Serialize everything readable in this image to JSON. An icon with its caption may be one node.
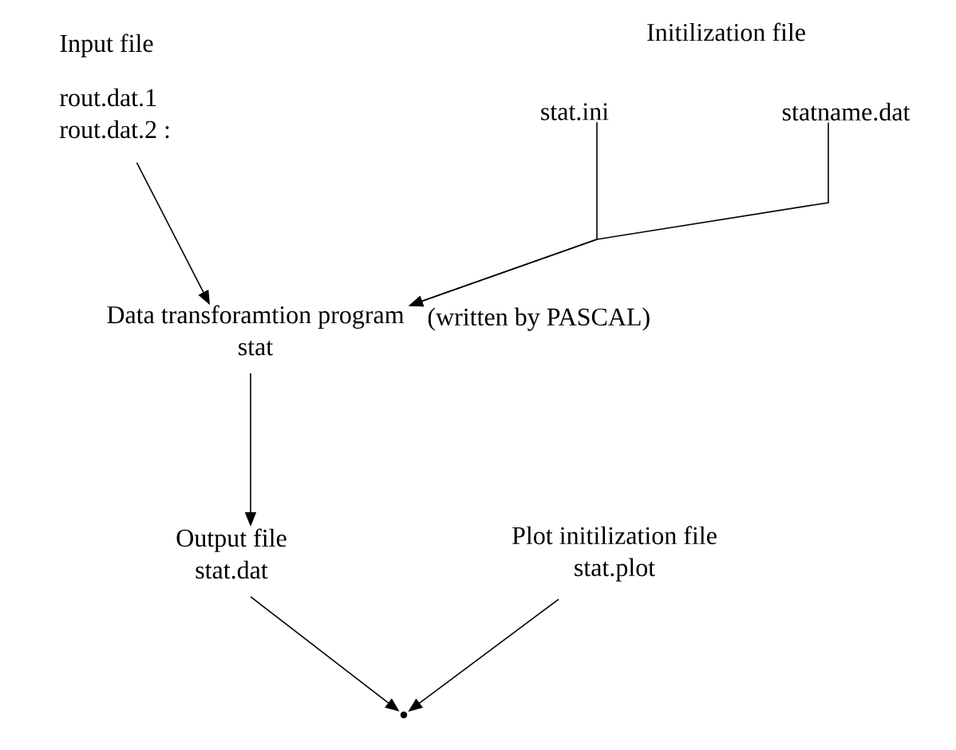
{
  "diagram": {
    "nodes": [
      {
        "text": [
          "Input file",
          "rout.dat.1 rout.dat.2 :"
        ]
      },
      {
        "text": [
          "stat.ini"
        ]
      },
      {
        "text": [
          "statname.dat"
        ]
      },
      {
        "text": [
          "Data transforamtion program",
          "stat"
        ],
        "beside": [
          "(written by PASCAL)"
        ]
      },
      {
        "text": [
          "Output file",
          "stat.dat"
        ]
      },
      {
        "text": [
          "Plot initilization file",
          "stat.plot"
        ]
      },
      {
        "text": [],
        "shape": "dot"
      }
    ],
    "edges": [
      {
        "from": 0,
        "to": 3,
        "arrow": "to"
      },
      {
        "from": 1,
        "to": 3,
        "arrow": "to"
      },
      {
        "from": 2,
        "to": 3,
        "arrow": "to"
      },
      {
        "from": 3,
        "to": 4,
        "arrow": "to"
      },
      {
        "from": 4,
        "to": 6,
        "arrow": "to"
      },
      {
        "from": 5,
        "to": 6,
        "arrow": "to"
      }
    ],
    "labels": [
      "Initilization file"
    ]
  }
}
